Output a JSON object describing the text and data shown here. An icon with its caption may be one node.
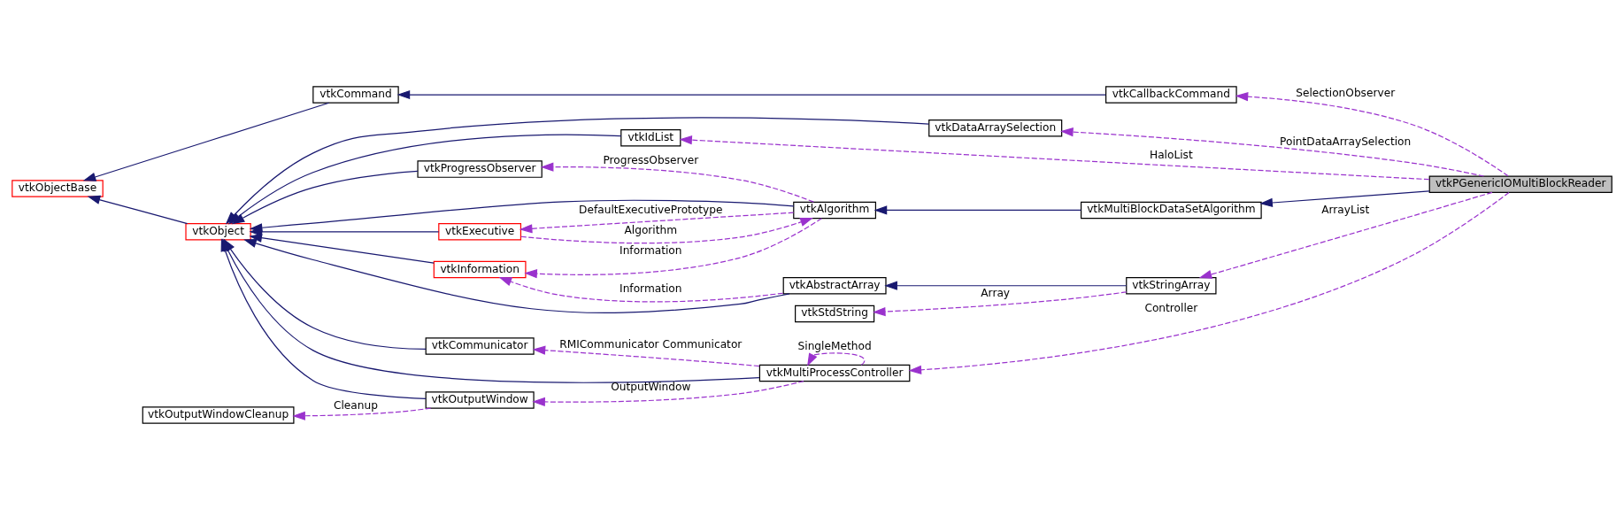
{
  "diagram": {
    "nodes": [
      {
        "text": [
          "vtkObjectBase"
        ]
      },
      {
        "text": [
          "vtkObject"
        ]
      },
      {
        "text": [
          "vtkCommand"
        ]
      },
      {
        "text": [
          "vtkOutputWindowCleanup"
        ]
      },
      {
        "text": [
          "vtkDataArraySelection"
        ]
      },
      {
        "text": [
          "vtkAbstractArray"
        ]
      },
      {
        "text": [
          "vtkStdString"
        ]
      },
      {
        "text": [
          "vtkInformation"
        ]
      },
      {
        "text": [
          "vtkProgressObserver"
        ]
      },
      {
        "text": [
          "vtkIdList"
        ]
      },
      {
        "text": [
          "vtkCommunicator"
        ]
      },
      {
        "text": [
          "vtkOutputWindow"
        ]
      },
      {
        "text": [
          "vtkCallbackCommand"
        ]
      },
      {
        "text": [
          "vtkStringArray"
        ]
      },
      {
        "text": [
          "vtkExecutive"
        ]
      },
      {
        "text": [
          "vtkAlgorithm"
        ]
      },
      {
        "text": [
          "vtkMultiProcessController"
        ]
      },
      {
        "text": [
          "vtkMultiBlockDataSetAlgorithm"
        ]
      },
      {
        "text": [
          "vtkPGenericIOMultiBlockReader"
        ]
      }
    ],
    "edges": [
      {
        "from": 1,
        "to": 0,
        "arrow": "to"
      },
      {
        "from": 2,
        "to": 0,
        "arrow": "to"
      },
      {
        "from": 4,
        "to": 1,
        "arrow": "to"
      },
      {
        "from": 5,
        "to": 1,
        "arrow": "to"
      },
      {
        "from": 7,
        "to": 1,
        "arrow": "to"
      },
      {
        "from": 8,
        "to": 1,
        "arrow": "to"
      },
      {
        "from": 15,
        "to": 1,
        "arrow": "to"
      },
      {
        "from": 9,
        "to": 1,
        "arrow": "to"
      },
      {
        "from": 10,
        "to": 1,
        "arrow": "to"
      },
      {
        "from": 16,
        "to": 1,
        "arrow": "to"
      },
      {
        "from": 11,
        "to": 1,
        "arrow": "to"
      },
      {
        "from": 14,
        "to": 1,
        "arrow": "to"
      },
      {
        "from": 13,
        "to": 5,
        "arrow": "to"
      },
      {
        "from": 17,
        "to": 15,
        "arrow": "to"
      },
      {
        "from": 18,
        "to": 17,
        "arrow": "to"
      },
      {
        "from": 12,
        "to": 2,
        "arrow": "to"
      },
      {
        "from": 5,
        "to": 7,
        "arrow": "to",
        "label": "Information",
        "style": "dashed",
        "color": "#9a32cd"
      },
      {
        "from": 13,
        "to": 6,
        "arrow": "to",
        "label": "Array",
        "style": "dashed",
        "color": "#9a32cd"
      },
      {
        "from": 15,
        "to": 7,
        "arrow": "to",
        "label": "Information",
        "style": "dashed",
        "color": "#9a32cd"
      },
      {
        "from": 15,
        "to": 8,
        "arrow": "to",
        "label": "ProgressObserver",
        "style": "dashed",
        "color": "#9a32cd"
      },
      {
        "from": 14,
        "to": 15,
        "arrow": "to",
        "label": "Algorithm",
        "style": "dashed",
        "color": "#9a32cd"
      },
      {
        "from": 15,
        "to": 14,
        "arrow": "to",
        "label": "DefaultExecutivePrototype",
        "style": "dashed",
        "color": "#9a32cd"
      },
      {
        "from": 16,
        "to": 10,
        "arrow": "to",
        "label": "RMICommunicator Communicator",
        "style": "dashed",
        "color": "#9a32cd"
      },
      {
        "from": 16,
        "to": 16,
        "arrow": "to",
        "label": "SingleMethod",
        "style": "dashed",
        "color": "#9a32cd"
      },
      {
        "from": 16,
        "to": 11,
        "arrow": "to",
        "label": "OutputWindow",
        "style": "dashed",
        "color": "#9a32cd"
      },
      {
        "from": 11,
        "to": 3,
        "arrow": "to",
        "label": "Cleanup",
        "style": "dashed",
        "color": "#9a32cd"
      },
      {
        "from": 18,
        "to": 4,
        "arrow": "to",
        "label": "PointDataArraySelection",
        "style": "dashed",
        "color": "#9a32cd"
      },
      {
        "from": 18,
        "to": 13,
        "arrow": "to",
        "label": "ArrayList",
        "style": "dashed",
        "color": "#9a32cd"
      },
      {
        "from": 18,
        "to": 9,
        "arrow": "to",
        "label": "HaloList",
        "style": "dashed",
        "color": "#9a32cd"
      },
      {
        "from": 18,
        "to": 16,
        "arrow": "to",
        "label": "Controller",
        "style": "dashed",
        "color": "#9a32cd"
      },
      {
        "from": 18,
        "to": 12,
        "arrow": "to",
        "label": "SelectionObserver",
        "style": "dashed",
        "color": "#9a32cd"
      }
    ]
  }
}
